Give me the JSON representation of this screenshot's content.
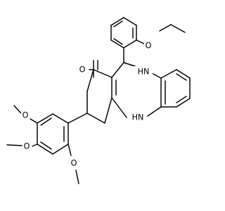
{
  "molecule": {
    "background_color": "#ffffff",
    "bond_color": "#000000",
    "atom_labels": {
      "oxygen": "O",
      "nitrogen_hydrogen": "NH",
      "hydrogen_nitrogen": "HN",
      "hydrogen": "H",
      "nitrogen": "N"
    }
  }
}
